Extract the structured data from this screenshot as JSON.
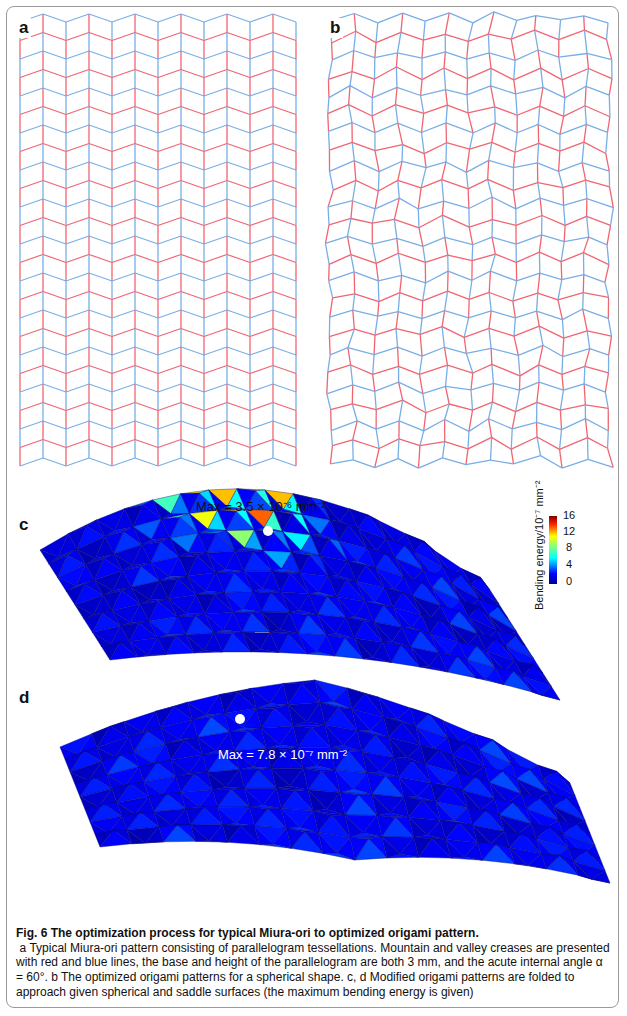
{
  "diagram": {
    "title": "Fig. 6 The optimization process for typical Miura-ori to optimized origami pattern.",
    "caption": "a Typical Miura-ori pattern consisting of parallelogram tessellations. Mountain and valley creases are presented with red and blue lines, the base and height of the parallelogram are both 3 mm, and the acute internal angle α = 60°. b The optimized origami patterns for a spherical shape. c, d Modified origami patterns are folded to approach given spherical and saddle surfaces (the maximum bending energy is given)",
    "labels": [
      "a",
      "b",
      "c",
      "d",
      "Max = 3.5 × 10⁻⁶ mm⁻²",
      "Max = 7.8 × 10⁻⁷ mm⁻²",
      "Bending energy/10⁻⁷ mm⁻²",
      "16",
      "12",
      "8",
      "4",
      "0"
    ]
  }
}
